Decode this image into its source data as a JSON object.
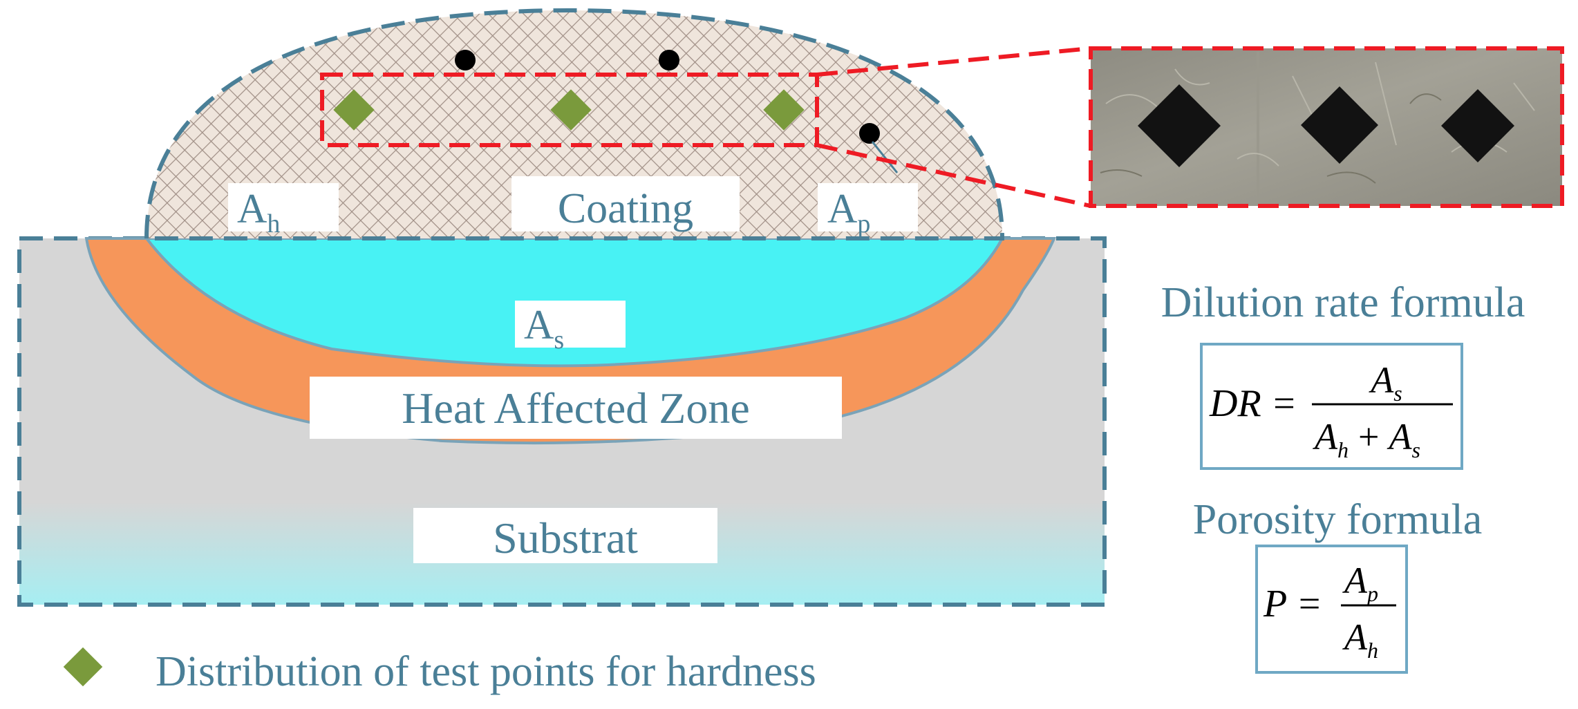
{
  "labels": {
    "ah": "A",
    "ah_sub": "h",
    "coating": "Coating",
    "ap": "A",
    "ap_sub": "p",
    "as": "A",
    "as_sub": "s",
    "haz": "Heat Affected Zone",
    "substrat": "Substrat"
  },
  "formulas": {
    "dilution_title": "Dilution rate formula",
    "dr_lhs": "DR =",
    "dr_num": "A",
    "dr_num_sub": "s",
    "dr_den1": "A",
    "dr_den1_sub": "h",
    "dr_plus": "+",
    "dr_den2": "A",
    "dr_den2_sub": "s",
    "porosity_title": "Porosity formula",
    "p_lhs": "P =",
    "p_num": "A",
    "p_num_sub": "p",
    "p_den": "A",
    "p_den_sub": "h"
  },
  "legend": {
    "text": "Distribution of test points for hardness"
  },
  "colors": {
    "outline": "#4a7f97",
    "substrate": "#d6d6d6",
    "substrate_bottom": "#a6eef2",
    "dilution_zone": "#48f2f4",
    "haz": "#f6965a",
    "coating_fill": "#efe5dc",
    "coating_mesh": "#a08f86",
    "marker": "#7a9a3c",
    "highlight": "#ee1b24"
  }
}
